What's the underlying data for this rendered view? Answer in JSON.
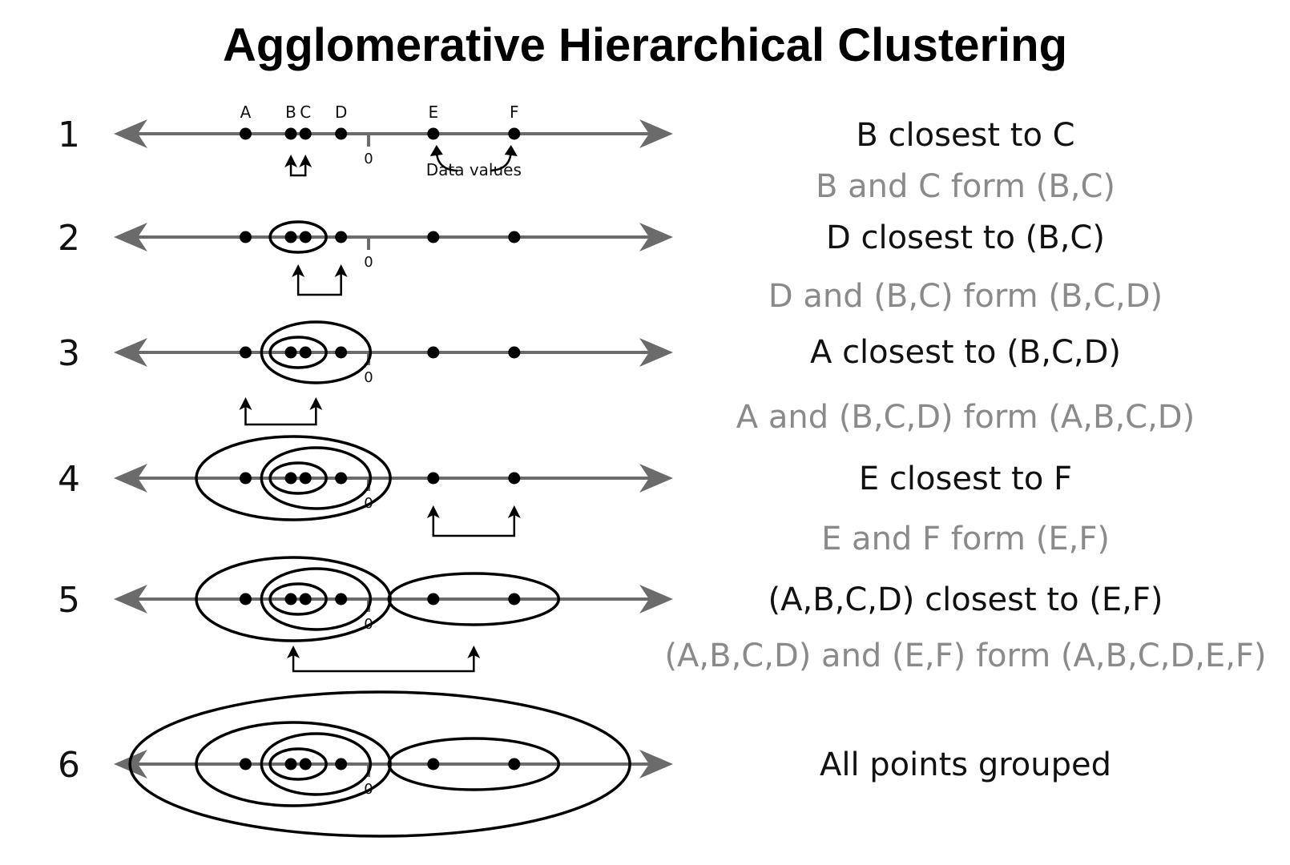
{
  "title": "Agglomerative Hierarchical Clustering",
  "points": [
    {
      "label": "A",
      "value": -7.6
    },
    {
      "label": "B",
      "value": -4.8
    },
    {
      "label": "C",
      "value": -3.9
    },
    {
      "label": "D",
      "value": -1.7
    },
    {
      "label": "E",
      "value": 4.0
    },
    {
      "label": "F",
      "value": 9.0
    }
  ],
  "zero_label": "0",
  "data_values_note": "Data values",
  "steps": [
    {
      "number": "1",
      "clusters": [],
      "merge": [
        "B",
        "C"
      ],
      "description": "B closest to C",
      "result": "B and C form (B,C)"
    },
    {
      "number": "2",
      "clusters": [
        [
          "B",
          "C"
        ]
      ],
      "merge": [
        [
          "B",
          "C"
        ],
        "D"
      ],
      "description": "D closest to (B,C)",
      "result": "D and (B,C) form (B,C,D)"
    },
    {
      "number": "3",
      "clusters": [
        [
          "B",
          "C"
        ],
        [
          "B",
          "C",
          "D"
        ]
      ],
      "merge": [
        "A",
        [
          "B",
          "C",
          "D"
        ]
      ],
      "description": "A closest to (B,C,D)",
      "result": "A and (B,C,D) form (A,B,C,D)"
    },
    {
      "number": "4",
      "clusters": [
        [
          "B",
          "C"
        ],
        [
          "B",
          "C",
          "D"
        ],
        [
          "A",
          "B",
          "C",
          "D"
        ]
      ],
      "merge": [
        "E",
        "F"
      ],
      "description": "E closest to F",
      "result": "E and F form (E,F)"
    },
    {
      "number": "5",
      "clusters": [
        [
          "B",
          "C"
        ],
        [
          "B",
          "C",
          "D"
        ],
        [
          "A",
          "B",
          "C",
          "D"
        ],
        [
          "E",
          "F"
        ]
      ],
      "merge": [
        [
          "A",
          "B",
          "C",
          "D"
        ],
        [
          "E",
          "F"
        ]
      ],
      "description": "(A,B,C,D) closest to (E,F)",
      "result": "(A,B,C,D) and (E,F) form (A,B,C,D,E,F)"
    },
    {
      "number": "6",
      "clusters": [
        [
          "B",
          "C"
        ],
        [
          "B",
          "C",
          "D"
        ],
        [
          "A",
          "B",
          "C",
          "D"
        ],
        [
          "E",
          "F"
        ],
        [
          "A",
          "B",
          "C",
          "D",
          "E",
          "F"
        ]
      ],
      "merge": [],
      "description": "All points grouped",
      "result": ""
    }
  ],
  "colors": {
    "axis": "#6b6b6b",
    "text": "#111111",
    "subtext": "#8a8a8a"
  }
}
